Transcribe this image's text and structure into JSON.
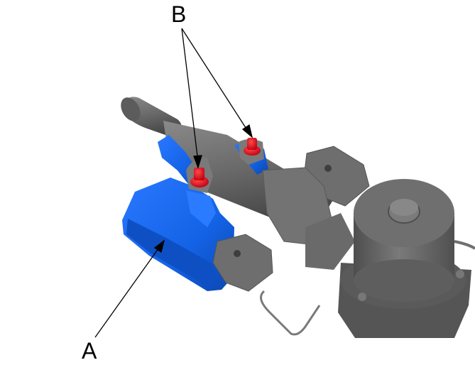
{
  "diagram": {
    "subject": "steering column assembly with electric power steering motor",
    "colors": {
      "background": "#ffffff",
      "highlight_blue": "#1463e6",
      "highlight_red": "#e0101a",
      "component_gray": "#6b6b6b",
      "leader_line": "#000000"
    },
    "callouts": [
      {
        "id": "A",
        "label": "A",
        "points_to": "blue housing component (lower-left)"
      },
      {
        "id": "B",
        "label": "B",
        "points_to": "two red bolts on column clamp"
      }
    ]
  }
}
